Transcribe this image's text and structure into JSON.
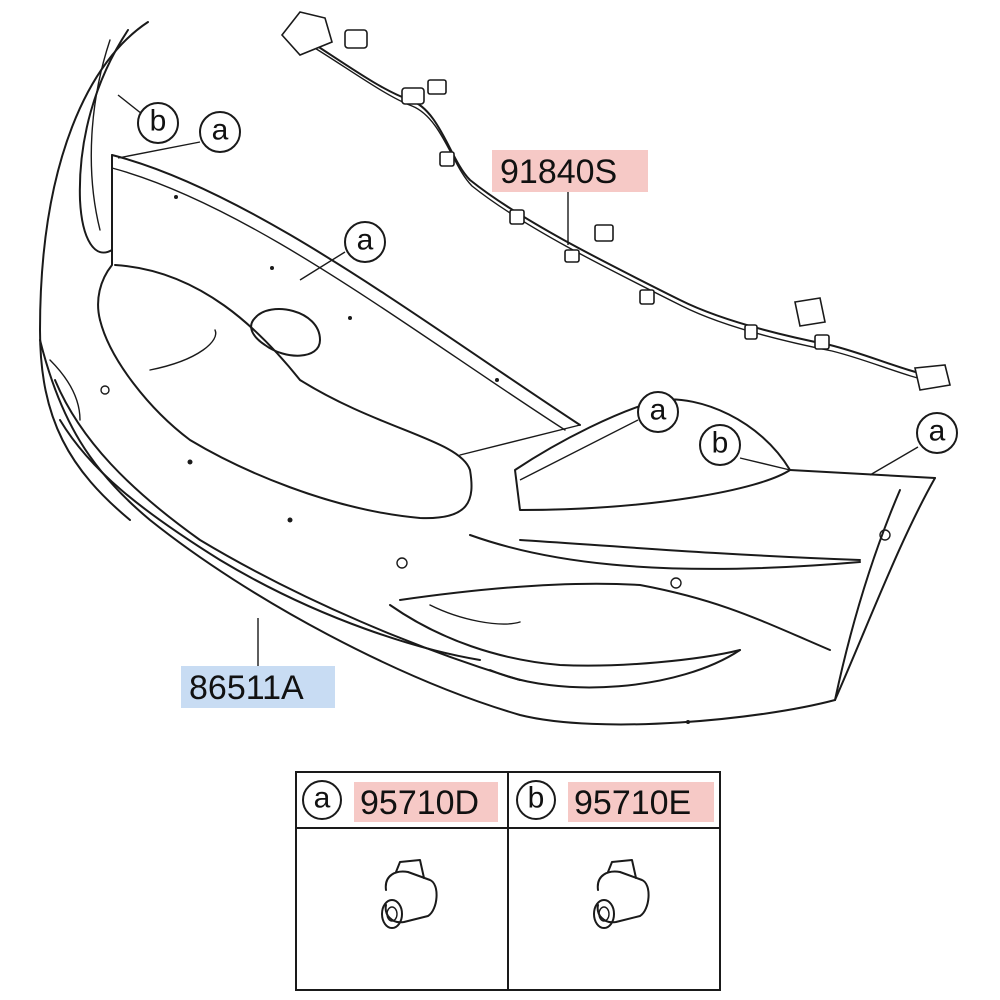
{
  "callouts": {
    "a_label": "a",
    "b_label": "b"
  },
  "parts": {
    "harness": "91840S",
    "bumper": "86511A",
    "sensor_a": "95710D",
    "sensor_b": "95710E"
  },
  "colors": {
    "highlight_red": "#f6c9c6",
    "highlight_blue": "#c8dcf3",
    "line": "#1a1a1a"
  }
}
